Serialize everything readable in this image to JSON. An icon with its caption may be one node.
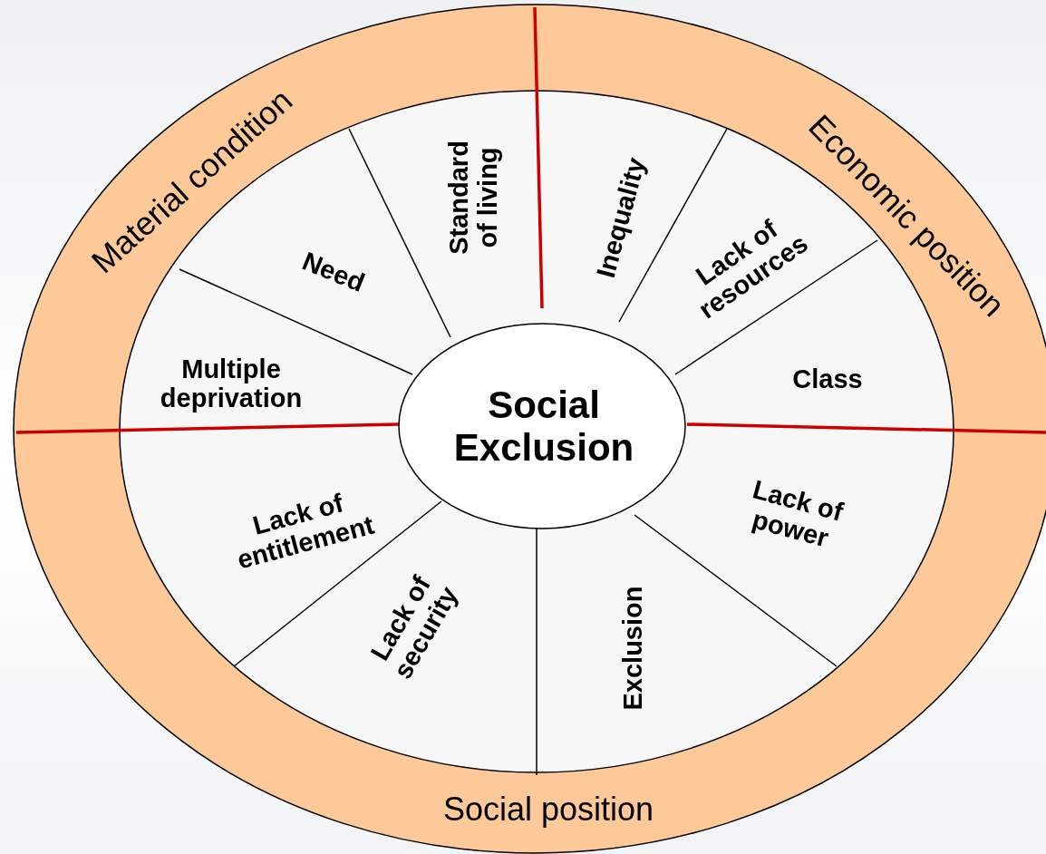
{
  "diagram": {
    "nodes": [
      {
        "text": [
          "Material condition"
        ]
      },
      {
        "text": [
          "Economic position"
        ]
      },
      {
        "text": [
          "Social position"
        ]
      },
      {
        "text": [
          "Social Exclusion"
        ]
      },
      {
        "text": [
          "Need"
        ]
      },
      {
        "text": [
          "Standard of living"
        ]
      },
      {
        "text": [
          "Inequality"
        ]
      },
      {
        "text": [
          "Lack of resources"
        ]
      },
      {
        "text": [
          "Class"
        ]
      },
      {
        "text": [
          "Lack of power"
        ]
      },
      {
        "text": [
          "Exclusion"
        ]
      },
      {
        "text": [
          "Lack of security"
        ]
      },
      {
        "text": [
          "Lack of entitlement"
        ]
      },
      {
        "text": [
          "Multiple deprivation"
        ]
      }
    ]
  }
}
